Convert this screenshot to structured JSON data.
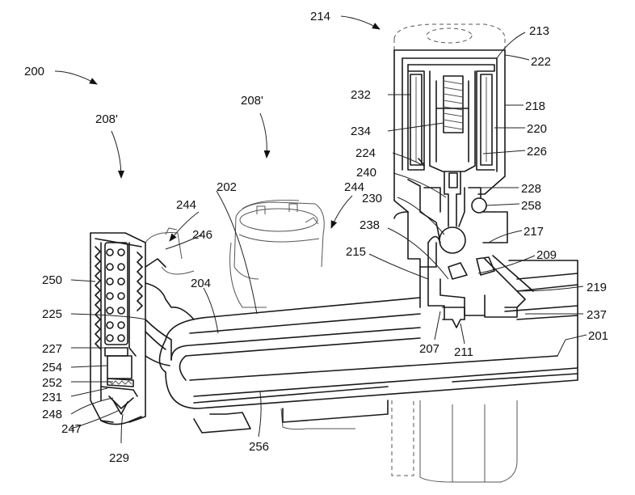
{
  "figure": {
    "labels": [
      {
        "id": "200",
        "text": "200"
      },
      {
        "id": "208a",
        "text": "208'"
      },
      {
        "id": "208b",
        "text": "208'"
      },
      {
        "id": "214",
        "text": "214"
      },
      {
        "id": "213",
        "text": "213"
      },
      {
        "id": "222",
        "text": "222"
      },
      {
        "id": "232",
        "text": "232"
      },
      {
        "id": "218",
        "text": "218"
      },
      {
        "id": "220",
        "text": "220"
      },
      {
        "id": "234",
        "text": "234"
      },
      {
        "id": "224",
        "text": "224"
      },
      {
        "id": "226",
        "text": "226"
      },
      {
        "id": "240",
        "text": "240"
      },
      {
        "id": "228",
        "text": "228"
      },
      {
        "id": "230",
        "text": "230"
      },
      {
        "id": "258",
        "text": "258"
      },
      {
        "id": "244a",
        "text": "244"
      },
      {
        "id": "244b",
        "text": "244"
      },
      {
        "id": "202",
        "text": "202"
      },
      {
        "id": "238",
        "text": "238"
      },
      {
        "id": "217",
        "text": "217"
      },
      {
        "id": "246",
        "text": "246"
      },
      {
        "id": "215",
        "text": "215"
      },
      {
        "id": "209",
        "text": "209"
      },
      {
        "id": "250",
        "text": "250"
      },
      {
        "id": "204",
        "text": "204"
      },
      {
        "id": "219",
        "text": "219"
      },
      {
        "id": "225",
        "text": "225"
      },
      {
        "id": "237",
        "text": "237"
      },
      {
        "id": "201",
        "text": "201"
      },
      {
        "id": "207",
        "text": "207"
      },
      {
        "id": "211",
        "text": "211"
      },
      {
        "id": "227",
        "text": "227"
      },
      {
        "id": "254",
        "text": "254"
      },
      {
        "id": "252",
        "text": "252"
      },
      {
        "id": "231",
        "text": "231"
      },
      {
        "id": "248",
        "text": "248"
      },
      {
        "id": "247",
        "text": "247"
      },
      {
        "id": "256",
        "text": "256"
      },
      {
        "id": "229",
        "text": "229"
      }
    ]
  }
}
